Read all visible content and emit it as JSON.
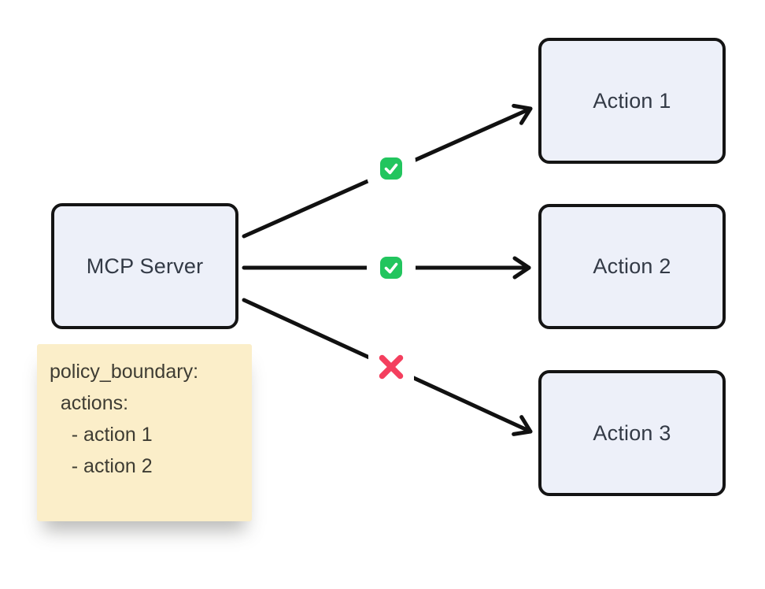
{
  "diagram": {
    "server": {
      "label": "MCP Server"
    },
    "actions": [
      {
        "label": "Action 1",
        "status": "allowed"
      },
      {
        "label": "Action 2",
        "status": "allowed"
      },
      {
        "label": "Action 3",
        "status": "blocked"
      }
    ],
    "policy_note": {
      "lines": [
        "policy_boundary:",
        "  actions:",
        "    - action 1",
        "    - action 2"
      ]
    },
    "colors": {
      "allowed_badge": "#22c55e",
      "blocked_mark": "#f43f5e",
      "node_fill": "#edf0f9",
      "node_border": "#141414",
      "note_background": "#fbeec9",
      "arrow": "#111111"
    }
  }
}
